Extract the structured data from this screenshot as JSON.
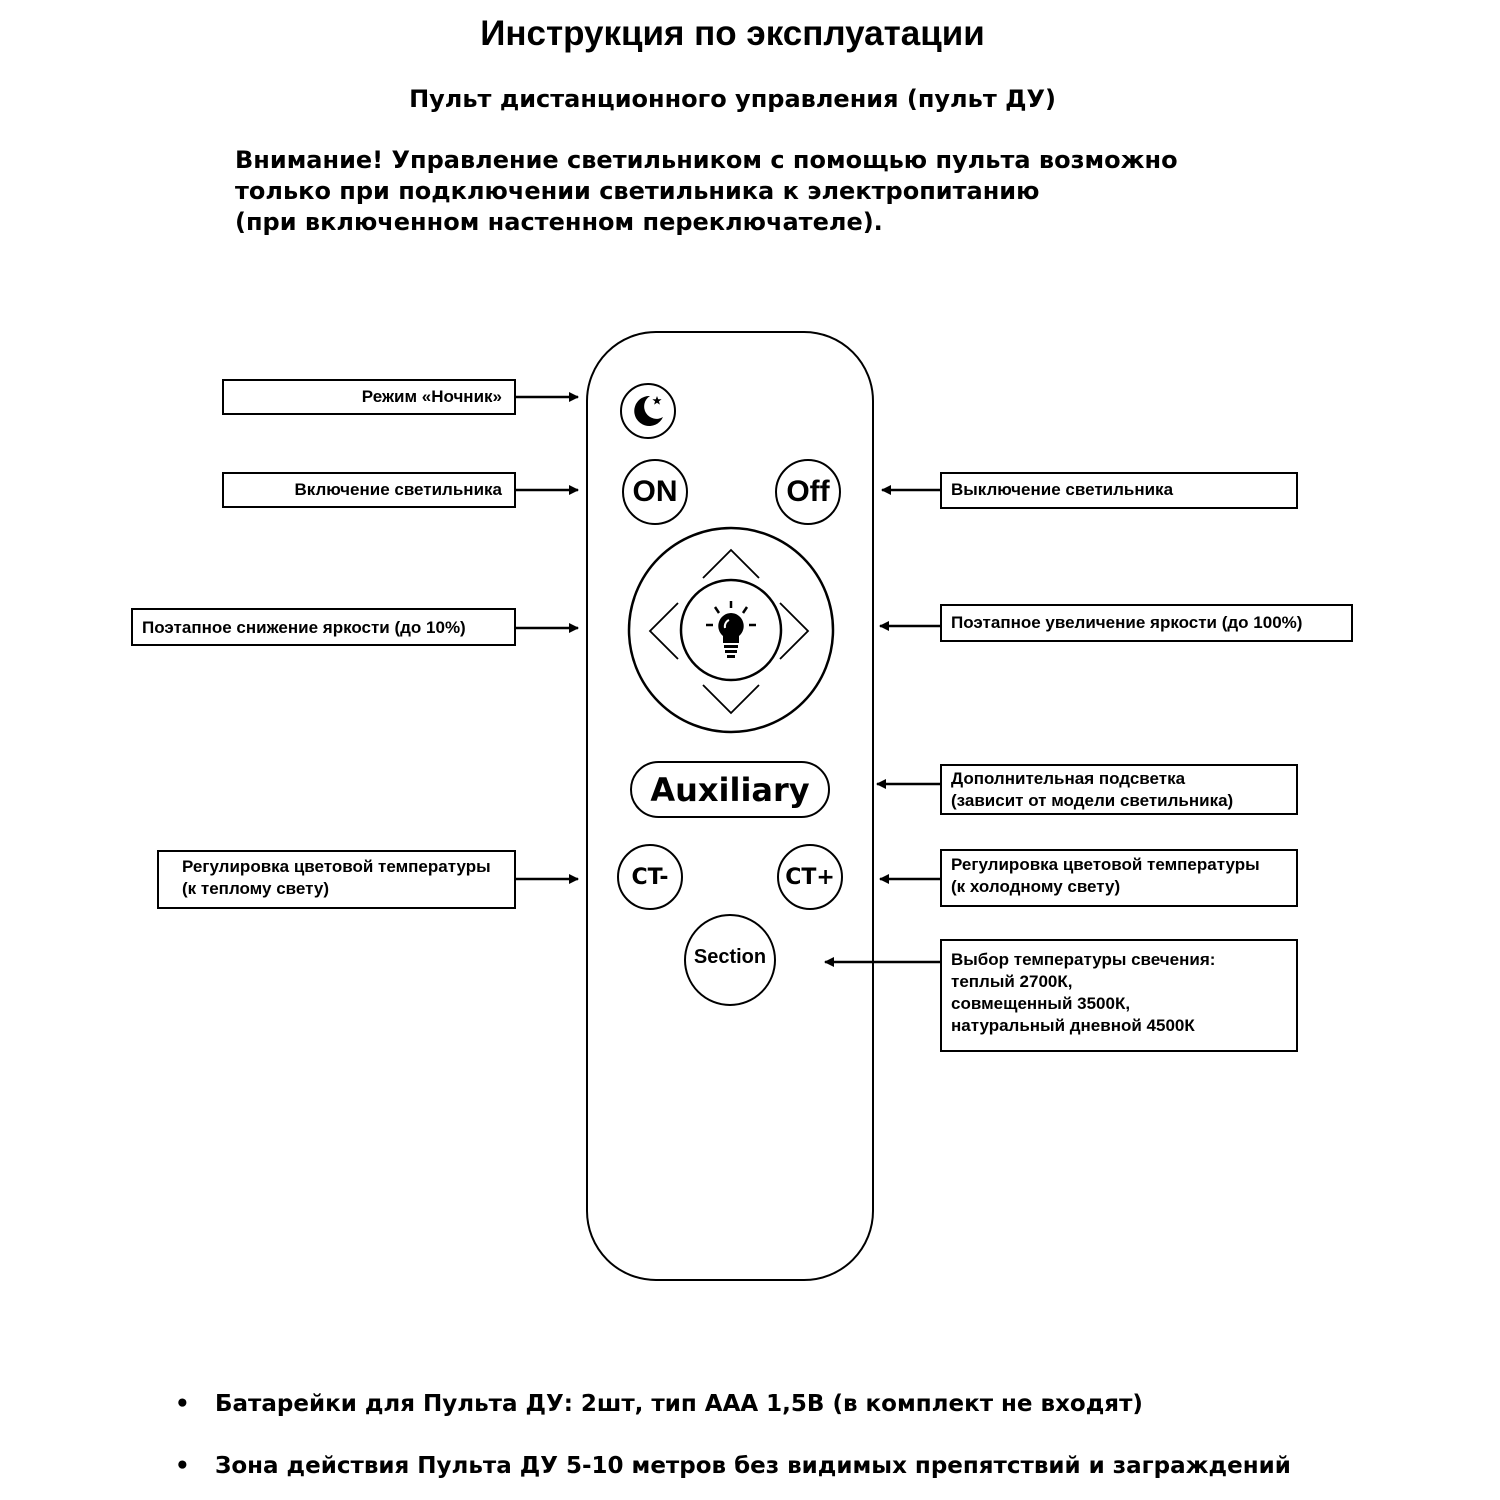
{
  "header": {
    "title": "Инструкция по эксплуатации",
    "subtitle": "Пульт дистанционного управления (пульт ДУ)",
    "warning_lines": [
      "Внимание! Управление светильником с помощью пульта возможно",
      "только при подключении светильника к электропитанию",
      "(при включенном настенном переключателе)."
    ]
  },
  "remote": {
    "buttons": {
      "on": "ON",
      "off": "Off",
      "auxiliary": "Auxiliary",
      "ct_minus": "CT-",
      "ct_plus": "CT+",
      "section": "Section"
    },
    "icons": [
      "moon-star-icon",
      "lightbulb-icon",
      "arrow-up-icon",
      "arrow-down-icon",
      "arrow-left-icon",
      "arrow-right-icon"
    ]
  },
  "labels": {
    "night_mode": "Режим «Ночник»",
    "power_on": "Включение светильника",
    "power_off": "Выключение светильника",
    "dim_down": "Поэтапное снижение яркости (до 10%)",
    "dim_up": "Поэтапное увеличение яркости (до 100%)",
    "auxiliary": [
      "Дополнительная подсветка",
      "(зависит от модели светильника)"
    ],
    "ct_warm": [
      "Регулировка цветовой температуры",
      "(к теплому свету)"
    ],
    "ct_cold": [
      "Регулировка цветовой температуры",
      "(к холодному свету)"
    ],
    "section": [
      "Выбор температуры свечения:",
      "теплый 2700К,",
      "совмещенный 3500К,",
      "натуральный дневной 4500К"
    ]
  },
  "notes": [
    "Батарейки для Пульта ДУ: 2шт, тип ААА 1,5В (в комплект не входят)",
    "Зона действия Пульта ДУ 5-10 метров без видимых препятствий и заграждений"
  ],
  "bullet_char": "•"
}
